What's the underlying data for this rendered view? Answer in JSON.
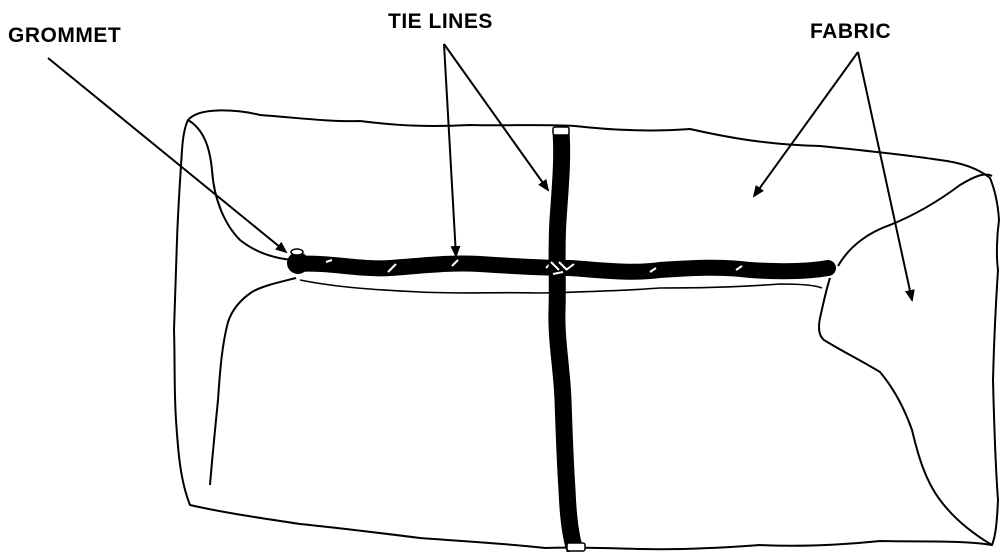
{
  "labels": {
    "grommet": "GROMMET",
    "tie_lines": "TIE LINES",
    "fabric": "FABRIC"
  },
  "colors": {
    "ink": "#000000",
    "paper": "#ffffff"
  }
}
